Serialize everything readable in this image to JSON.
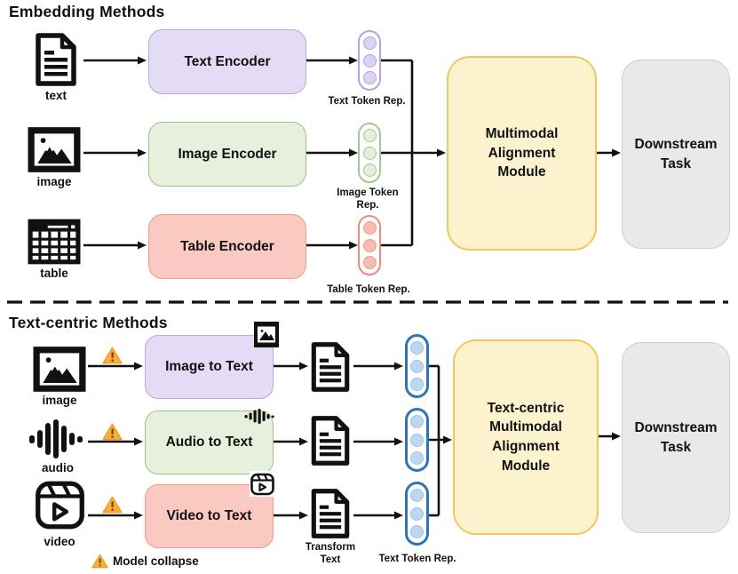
{
  "embedding": {
    "title": "Embedding Methods",
    "rows": [
      {
        "input": "text",
        "input_icon": "text-document-icon",
        "encoder": "Text Encoder",
        "token_label": "Text Token Rep."
      },
      {
        "input": "image",
        "input_icon": "image-icon",
        "encoder": "Image Encoder",
        "token_label": "Image Token Rep."
      },
      {
        "input": "table",
        "input_icon": "table-icon",
        "encoder": "Table Encoder",
        "token_label": "Table Token Rep."
      }
    ],
    "alignment_module": "Multimodal Alignment Module",
    "downstream_task": "Downstream Task"
  },
  "text_centric": {
    "title": "Text-centric Methods",
    "rows": [
      {
        "input": "image",
        "input_icon": "image-icon",
        "converter": "Image to Text",
        "badge_icon": "image-badge-icon"
      },
      {
        "input": "audio",
        "input_icon": "audio-wave-icon",
        "converter": "Audio to Text",
        "badge_icon": "audio-badge-icon"
      },
      {
        "input": "video",
        "input_icon": "video-clapper-icon",
        "converter": "Video to Text",
        "badge_icon": "video-badge-icon"
      }
    ],
    "transform_label": "Transform Text",
    "token_label": "Text Token Rep.",
    "alignment_module": "Text-centric Multimodal Alignment Module",
    "downstream_task": "Downstream Task",
    "legend_label": "Model collapse",
    "legend_icon": "warning-icon"
  },
  "colors": {
    "purple_fill": "#E4DBF5",
    "purple_border": "#B9A7E0",
    "green_fill": "#E6F0DC",
    "green_border": "#9CC487",
    "red_fill": "#F9C9C2",
    "red_border": "#F19A8C",
    "yellow_fill": "#FDF2CE",
    "yellow_border": "#F2C75C",
    "gray_fill": "#E9E9E9",
    "gray_border": "#CDCDCD",
    "blue_capsule_border": "#2E75B6",
    "blue_dot_fill": "#BDD7EE",
    "warning_fill": "#FBAE3C",
    "line_color": "#111111"
  }
}
